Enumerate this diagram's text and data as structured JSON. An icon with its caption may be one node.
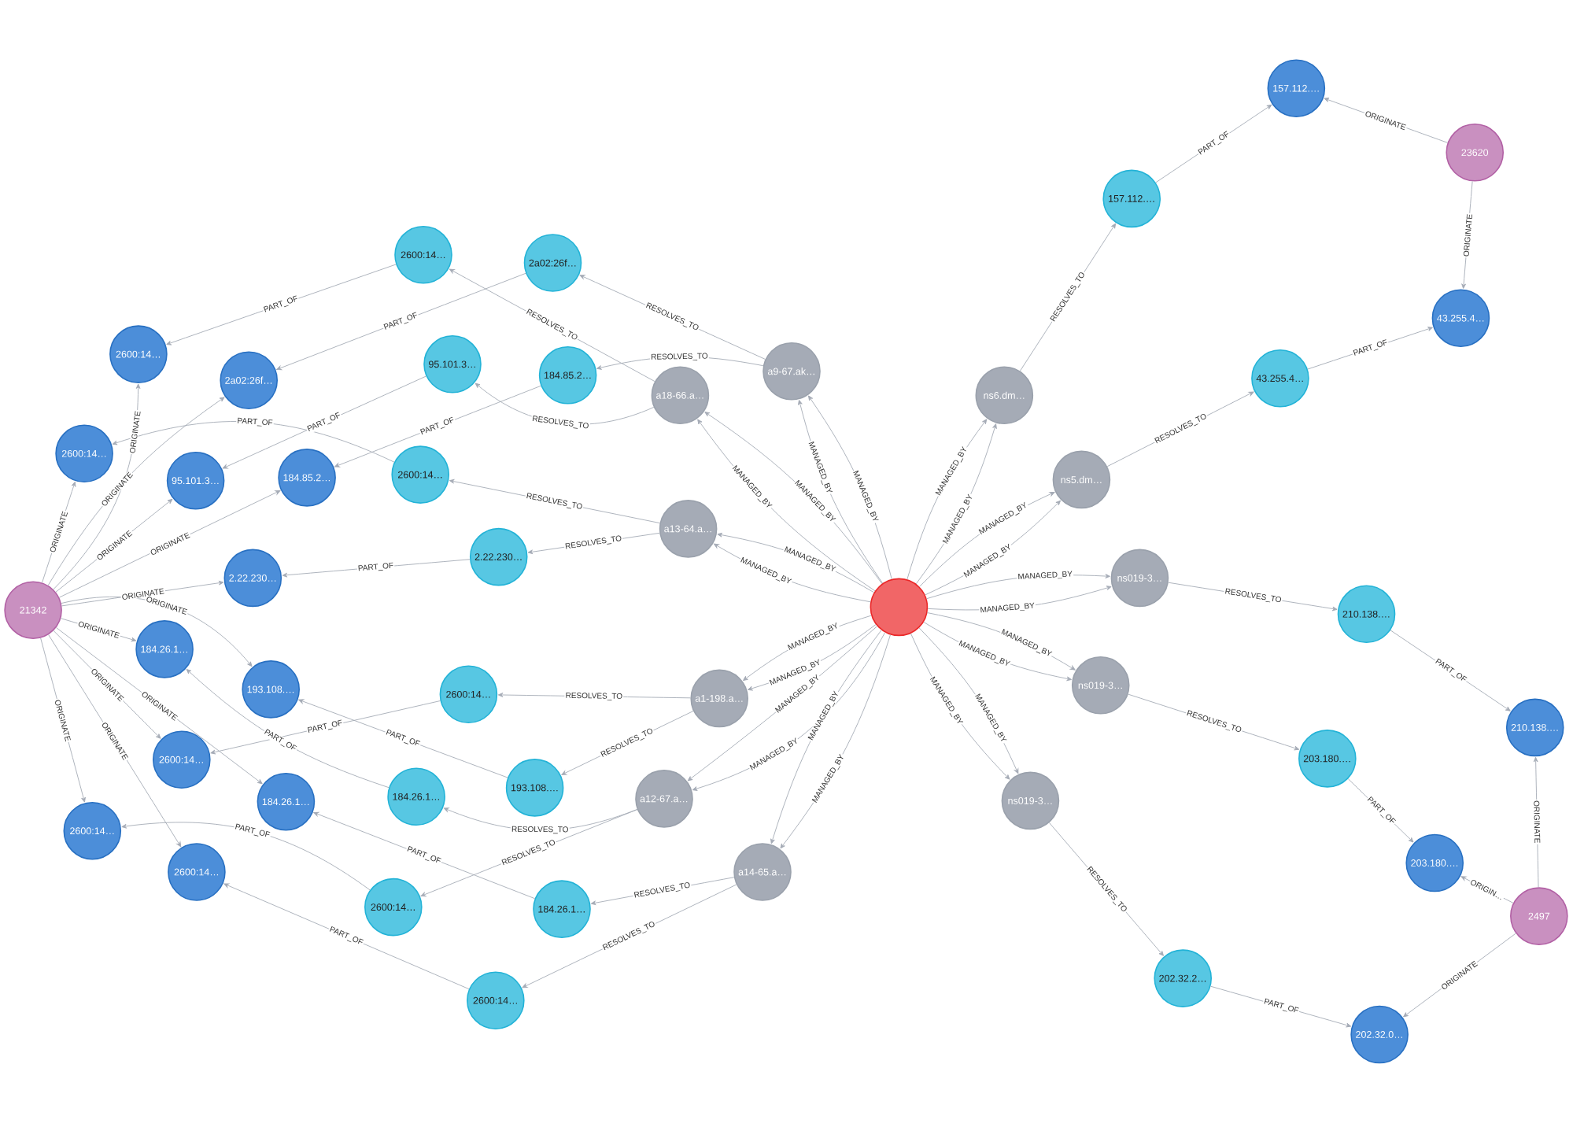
{
  "diagram": {
    "nodes": [
      {
        "text": [
          "21342"
        ]
      },
      {
        "text": [
          "2600:14…"
        ]
      },
      {
        "text": [
          "2a02:26f…"
        ]
      },
      {
        "text": [
          "2600:14…"
        ]
      },
      {
        "text": [
          "95.101.3…"
        ]
      },
      {
        "text": [
          "184.85.2…"
        ]
      },
      {
        "text": [
          "2.22.230…"
        ]
      },
      {
        "text": [
          "184.26.1…"
        ]
      },
      {
        "text": [
          "193.108.…"
        ]
      },
      {
        "text": [
          "2600:14…"
        ]
      },
      {
        "text": [
          "184.26.1…"
        ]
      },
      {
        "text": [
          "2600:14…"
        ]
      },
      {
        "text": [
          "2600:14…"
        ]
      },
      {
        "text": [
          "2600:14…"
        ]
      },
      {
        "text": [
          "2a02:26f…"
        ]
      },
      {
        "text": [
          "95.101.3…"
        ]
      },
      {
        "text": [
          "184.85.2…"
        ]
      },
      {
        "text": [
          "2600:14…"
        ]
      },
      {
        "text": [
          "2.22.230…"
        ]
      },
      {
        "text": [
          "2600:14…"
        ]
      },
      {
        "text": [
          "193.108.…"
        ]
      },
      {
        "text": [
          "184.26.1…"
        ]
      },
      {
        "text": [
          "2600:14…"
        ]
      },
      {
        "text": [
          "184.26.1…"
        ]
      },
      {
        "text": [
          "2600:14…"
        ]
      },
      {
        "text": [
          "a9-67.ak…"
        ]
      },
      {
        "text": [
          "a18-66.a…"
        ]
      },
      {
        "text": [
          "a13-64.a…"
        ]
      },
      {
        "text": [
          "a1-198.a…"
        ]
      },
      {
        "text": [
          "a12-67.a…"
        ]
      },
      {
        "text": [
          "a14-65.a…"
        ]
      },
      {
        "text": [
          "ns6.dm…"
        ]
      },
      {
        "text": [
          "ns5.dm…"
        ]
      },
      {
        "text": [
          "ns019-3…"
        ]
      },
      {
        "text": [
          "ns019-3…"
        ]
      },
      {
        "text": [
          "ns019-3…"
        ]
      },
      {
        "text": [],
        "shape": "circle"
      },
      {
        "text": [
          "157.112.…"
        ]
      },
      {
        "text": [
          "157.112.…"
        ]
      },
      {
        "text": [
          "23620"
        ]
      },
      {
        "text": [
          "43.255.4…"
        ]
      },
      {
        "text": [
          "43.255.4…"
        ]
      },
      {
        "text": [
          "210.138.…"
        ]
      },
      {
        "text": [
          "210.138.…"
        ]
      },
      {
        "text": [
          "203.180.…"
        ]
      },
      {
        "text": [
          "203.180.…"
        ]
      },
      {
        "text": [
          "2497"
        ]
      },
      {
        "text": [
          "202.32.2…"
        ]
      },
      {
        "text": [
          "202.32.0…"
        ]
      }
    ],
    "edges": [
      {
        "from": 0,
        "to": 3,
        "label": "ORIGINATE",
        "arrow": "to"
      },
      {
        "from": 0,
        "to": 1,
        "label": "ORIGINATE",
        "arrow": "to"
      },
      {
        "from": 0,
        "to": 2,
        "label": "ORIGINATE",
        "arrow": "to"
      },
      {
        "from": 0,
        "to": 4,
        "label": "ORIGINATE",
        "arrow": "to"
      },
      {
        "from": 0,
        "to": 5,
        "label": "ORIGINATE",
        "arrow": "to"
      },
      {
        "from": 0,
        "to": 6,
        "label": "ORIGINATE",
        "arrow": "to"
      },
      {
        "from": 0,
        "to": 7,
        "label": "ORIGINATE",
        "arrow": "to"
      },
      {
        "from": 0,
        "to": 8,
        "label": "ORIGINATE",
        "arrow": "to"
      },
      {
        "from": 0,
        "to": 9,
        "label": "ORIGINATE",
        "arrow": "to"
      },
      {
        "from": 0,
        "to": 10,
        "label": "ORIGINATE",
        "arrow": "to"
      },
      {
        "from": 0,
        "to": 11,
        "label": "ORIGINATE",
        "arrow": "to"
      },
      {
        "from": 0,
        "to": 12,
        "label": "ORIGINATE",
        "arrow": "to"
      },
      {
        "from": 13,
        "to": 1,
        "label": "PART_OF",
        "arrow": "to"
      },
      {
        "from": 14,
        "to": 2,
        "label": "PART_OF",
        "arrow": "to"
      },
      {
        "from": 15,
        "to": 4,
        "label": "PART_OF",
        "arrow": "to"
      },
      {
        "from": 16,
        "to": 5,
        "label": "PART_OF",
        "arrow": "to"
      },
      {
        "from": 17,
        "to": 3,
        "label": "PART_OF",
        "arrow": "to"
      },
      {
        "from": 18,
        "to": 6,
        "label": "PART_OF",
        "arrow": "to"
      },
      {
        "from": 19,
        "to": 9,
        "label": "PART_OF",
        "arrow": "to"
      },
      {
        "from": 20,
        "to": 8,
        "label": "PART_OF",
        "arrow": "to"
      },
      {
        "from": 21,
        "to": 7,
        "label": "PART_OF",
        "arrow": "to"
      },
      {
        "from": 22,
        "to": 11,
        "label": "PART_OF",
        "arrow": "to"
      },
      {
        "from": 23,
        "to": 10,
        "label": "PART_OF",
        "arrow": "to"
      },
      {
        "from": 24,
        "to": 12,
        "label": "PART_OF",
        "arrow": "to"
      },
      {
        "from": 26,
        "to": 13,
        "label": "RESOLVES_TO",
        "arrow": "to"
      },
      {
        "from": 25,
        "to": 14,
        "label": "RESOLVES_TO",
        "arrow": "to"
      },
      {
        "from": 26,
        "to": 15,
        "label": "RESOLVES_TO",
        "arrow": "to"
      },
      {
        "from": 25,
        "to": 16,
        "label": "RESOLVES_TO",
        "arrow": "to"
      },
      {
        "from": 27,
        "to": 17,
        "label": "RESOLVES_TO",
        "arrow": "to"
      },
      {
        "from": 27,
        "to": 18,
        "label": "RESOLVES_TO",
        "arrow": "to"
      },
      {
        "from": 28,
        "to": 19,
        "label": "RESOLVES_TO",
        "arrow": "to"
      },
      {
        "from": 28,
        "to": 20,
        "label": "RESOLVES_TO",
        "arrow": "to"
      },
      {
        "from": 29,
        "to": 21,
        "label": "RESOLVES_TO",
        "arrow": "to"
      },
      {
        "from": 29,
        "to": 22,
        "label": "RESOLVES_TO",
        "arrow": "to"
      },
      {
        "from": 30,
        "to": 23,
        "label": "RESOLVES_TO",
        "arrow": "to"
      },
      {
        "from": 30,
        "to": 24,
        "label": "RESOLVES_TO",
        "arrow": "to"
      },
      {
        "from": 36,
        "to": 25,
        "label": "MANAGED_BY",
        "arrow": "to"
      },
      {
        "from": 36,
        "to": 25,
        "label": "MANAGED_BY",
        "arrow": "to"
      },
      {
        "from": 36,
        "to": 26,
        "label": "MANAGED_BY",
        "arrow": "to"
      },
      {
        "from": 36,
        "to": 26,
        "label": "MANAGED_BY",
        "arrow": "to"
      },
      {
        "from": 36,
        "to": 27,
        "label": "MANAGED_BY",
        "arrow": "to"
      },
      {
        "from": 36,
        "to": 27,
        "label": "MANAGED_BY",
        "arrow": "to"
      },
      {
        "from": 36,
        "to": 28,
        "label": "MANAGED_BY",
        "arrow": "to"
      },
      {
        "from": 36,
        "to": 28,
        "label": "MANAGED_BY",
        "arrow": "to"
      },
      {
        "from": 36,
        "to": 29,
        "label": "MANAGED_BY",
        "arrow": "to"
      },
      {
        "from": 36,
        "to": 29,
        "label": "MANAGED_BY",
        "arrow": "to"
      },
      {
        "from": 36,
        "to": 30,
        "label": "MANAGED_BY",
        "arrow": "to"
      },
      {
        "from": 36,
        "to": 30,
        "label": "MANAGED_BY",
        "arrow": "to"
      },
      {
        "from": 36,
        "to": 31,
        "label": "MANAGED_BY",
        "arrow": "to"
      },
      {
        "from": 36,
        "to": 31,
        "label": "MANAGED_BY",
        "arrow": "to"
      },
      {
        "from": 36,
        "to": 32,
        "label": "MANAGED_BY",
        "arrow": "to"
      },
      {
        "from": 36,
        "to": 32,
        "label": "MANAGED_BY",
        "arrow": "to"
      },
      {
        "from": 36,
        "to": 33,
        "label": "MANAGED_BY",
        "arrow": "to"
      },
      {
        "from": 36,
        "to": 33,
        "label": "MANAGED_BY",
        "arrow": "to"
      },
      {
        "from": 36,
        "to": 34,
        "label": "MANAGED_BY",
        "arrow": "to"
      },
      {
        "from": 36,
        "to": 34,
        "label": "MANAGED_BY",
        "arrow": "to"
      },
      {
        "from": 36,
        "to": 35,
        "label": "MANAGED_BY",
        "arrow": "to"
      },
      {
        "from": 36,
        "to": 35,
        "label": "MANAGED_BY",
        "arrow": "to"
      },
      {
        "from": 31,
        "to": 37,
        "label": "RESOLVES_TO",
        "arrow": "to"
      },
      {
        "from": 32,
        "to": 40,
        "label": "RESOLVES_TO",
        "arrow": "to"
      },
      {
        "from": 33,
        "to": 42,
        "label": "RESOLVES_TO",
        "arrow": "to"
      },
      {
        "from": 34,
        "to": 44,
        "label": "RESOLVES_TO",
        "arrow": "to"
      },
      {
        "from": 35,
        "to": 47,
        "label": "RESOLVES_TO",
        "arrow": "to"
      },
      {
        "from": 37,
        "to": 38,
        "label": "PART_OF",
        "arrow": "to"
      },
      {
        "from": 40,
        "to": 41,
        "label": "PART_OF",
        "arrow": "to"
      },
      {
        "from": 42,
        "to": 43,
        "label": "PART_OF",
        "arrow": "to"
      },
      {
        "from": 44,
        "to": 45,
        "label": "PART_OF",
        "arrow": "to"
      },
      {
        "from": 47,
        "to": 48,
        "label": "PART_OF",
        "arrow": "to"
      },
      {
        "from": 39,
        "to": 38,
        "label": "ORIGINATE",
        "arrow": "to"
      },
      {
        "from": 39,
        "to": 41,
        "label": "ORIGINATE",
        "arrow": "to"
      },
      {
        "from": 46,
        "to": 43,
        "label": "ORIGINATE",
        "arrow": "to"
      },
      {
        "from": 46,
        "to": 45,
        "label": "ORIGIN…",
        "arrow": "to"
      },
      {
        "from": 46,
        "to": 48,
        "label": "ORIGINATE",
        "arrow": "to"
      }
    ]
  }
}
